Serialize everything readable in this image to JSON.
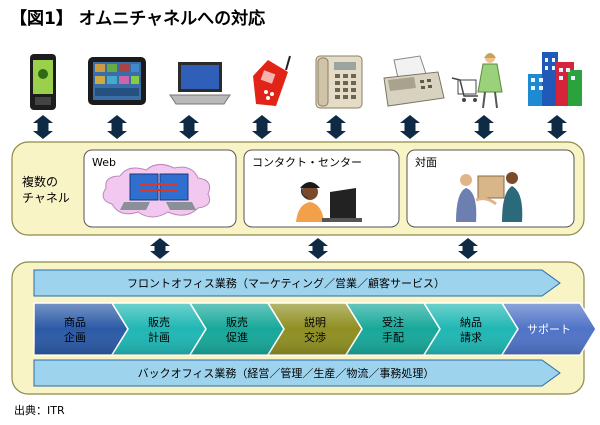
{
  "title": "【図1】 オムニチャネルへの対応",
  "devices": [
    {
      "name": "smartphone"
    },
    {
      "name": "tablet"
    },
    {
      "name": "laptop"
    },
    {
      "name": "mobile-phone"
    },
    {
      "name": "desk-phone"
    },
    {
      "name": "fax"
    },
    {
      "name": "shopper"
    },
    {
      "name": "store-building"
    }
  ],
  "channels": {
    "label": "複数の\nチャネル",
    "label_line1": "複数の",
    "label_line2": "チャネル",
    "web": {
      "label": "Web"
    },
    "contact_center": {
      "label": "コンタクト・センター"
    },
    "face_to_face": {
      "label": "対面"
    }
  },
  "front_office": "フロントオフィス業務（マーケティング／営業／顧客サービス）",
  "process_steps": [
    {
      "line1": "商品",
      "line2": "企画",
      "color": "#2b5aa6"
    },
    {
      "line1": "販売",
      "line2": "計画",
      "color": "#1fb7b4"
    },
    {
      "line1": "販売",
      "line2": "促進",
      "color": "#17a89a"
    },
    {
      "line1": "説明",
      "line2": "交渉",
      "color": "#8f8f22"
    },
    {
      "line1": "受注",
      "line2": "手配",
      "color": "#17a89a"
    },
    {
      "line1": "納品",
      "line2": "請求",
      "color": "#1fb7b4"
    },
    {
      "line1": "サポート",
      "line2": "",
      "color": "#4f73c7"
    }
  ],
  "back_office": "バックオフィス業務（経営／管理／生産／物流／事務処理）",
  "source": "出典：ITR",
  "colors": {
    "panel_fill": "#f8f4c6",
    "panel_stroke": "#8c8a4a",
    "arrow_fill": "#0f2a45",
    "bar_fill": "#9ed3ee",
    "bar_stroke": "#2a6aa8"
  }
}
